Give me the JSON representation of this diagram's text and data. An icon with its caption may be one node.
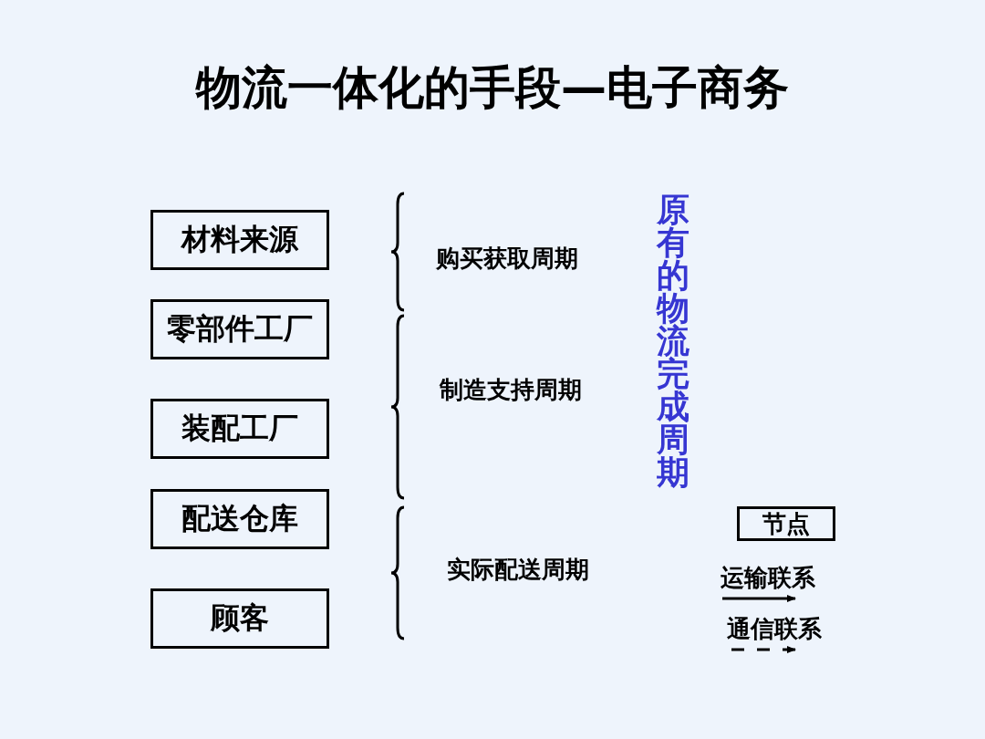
{
  "diagram": {
    "title": "物流一体化的手段—电子商务",
    "nodes": [
      {
        "text": [
          "材料来源"
        ]
      },
      {
        "text": [
          "零部件工厂"
        ]
      },
      {
        "text": [
          "装配工厂"
        ]
      },
      {
        "text": [
          "配送仓库"
        ]
      },
      {
        "text": [
          "顾客"
        ]
      }
    ],
    "labels": [
      "购买获取周期",
      "制造支持周期",
      "实际配送周期",
      "原有的物流完成周期"
    ],
    "legend": [
      {
        "text": "节点"
      },
      {
        "text": "运输联系"
      },
      {
        "text": "通信联系"
      }
    ]
  }
}
